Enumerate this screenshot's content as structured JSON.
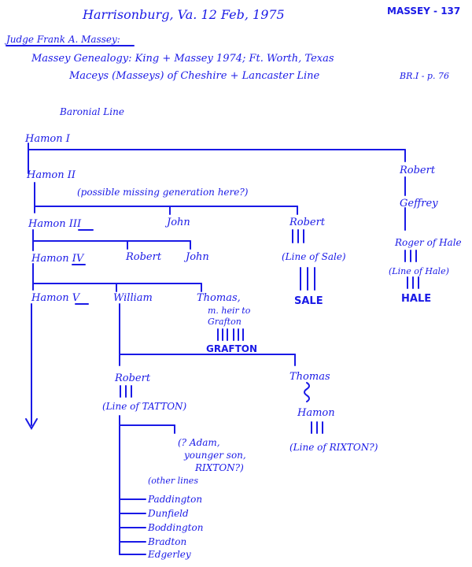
{
  "header": {
    "place_date": "Harrisonburg, Va.   12 Feb, 1975",
    "ref": "MASSEY - 137",
    "addressee": "Judge Frank A. Massey:",
    "source1": "Massey Genealogy: King + Massey 1974; Ft. Worth, Texas",
    "source2": "Maceys (Masseys) of Cheshire + Lancaster Line",
    "source_ref": "BR.I - p. 76",
    "section": "Baronial Line"
  },
  "people": {
    "hamon1": "Hamon I",
    "hamon2": "Hamon II",
    "missing_note": "(possible missing generation here?)",
    "hamon3": "Hamon III",
    "john1": "John",
    "robert1": "Robert",
    "line_sale_paren": "(Line of Sale)",
    "sale": "SALE",
    "hamon4": "Hamon IV",
    "robert2": "Robert",
    "john2": "John",
    "hamon5": "Hamon V",
    "william": "William",
    "thomas1": "Thomas,",
    "thomas1_note1": "m. heir to",
    "thomas1_note2": "Grafton",
    "grafton": "GRAFTON",
    "robert_r": "Robert",
    "geffrey": "Geffrey",
    "roger": "Roger of Hale",
    "line_hale_paren": "(Line of Hale)",
    "hale": "HALE",
    "robert3": "Robert",
    "line_tatton": "(Line of TATTON)",
    "adam1": "(? Adam,",
    "adam2": "younger son,",
    "adam3": "RIXTON?)",
    "thomas2": "Thomas",
    "hamon6": "Hamon",
    "line_rixton": "(Line of RIXTON?)",
    "other_lines": "(other lines",
    "paddington": "Paddington",
    "dunfield": "Dunfield",
    "bodington": "Boddington",
    "bradton": "Bradton",
    "edgerley": "Edgerley"
  }
}
